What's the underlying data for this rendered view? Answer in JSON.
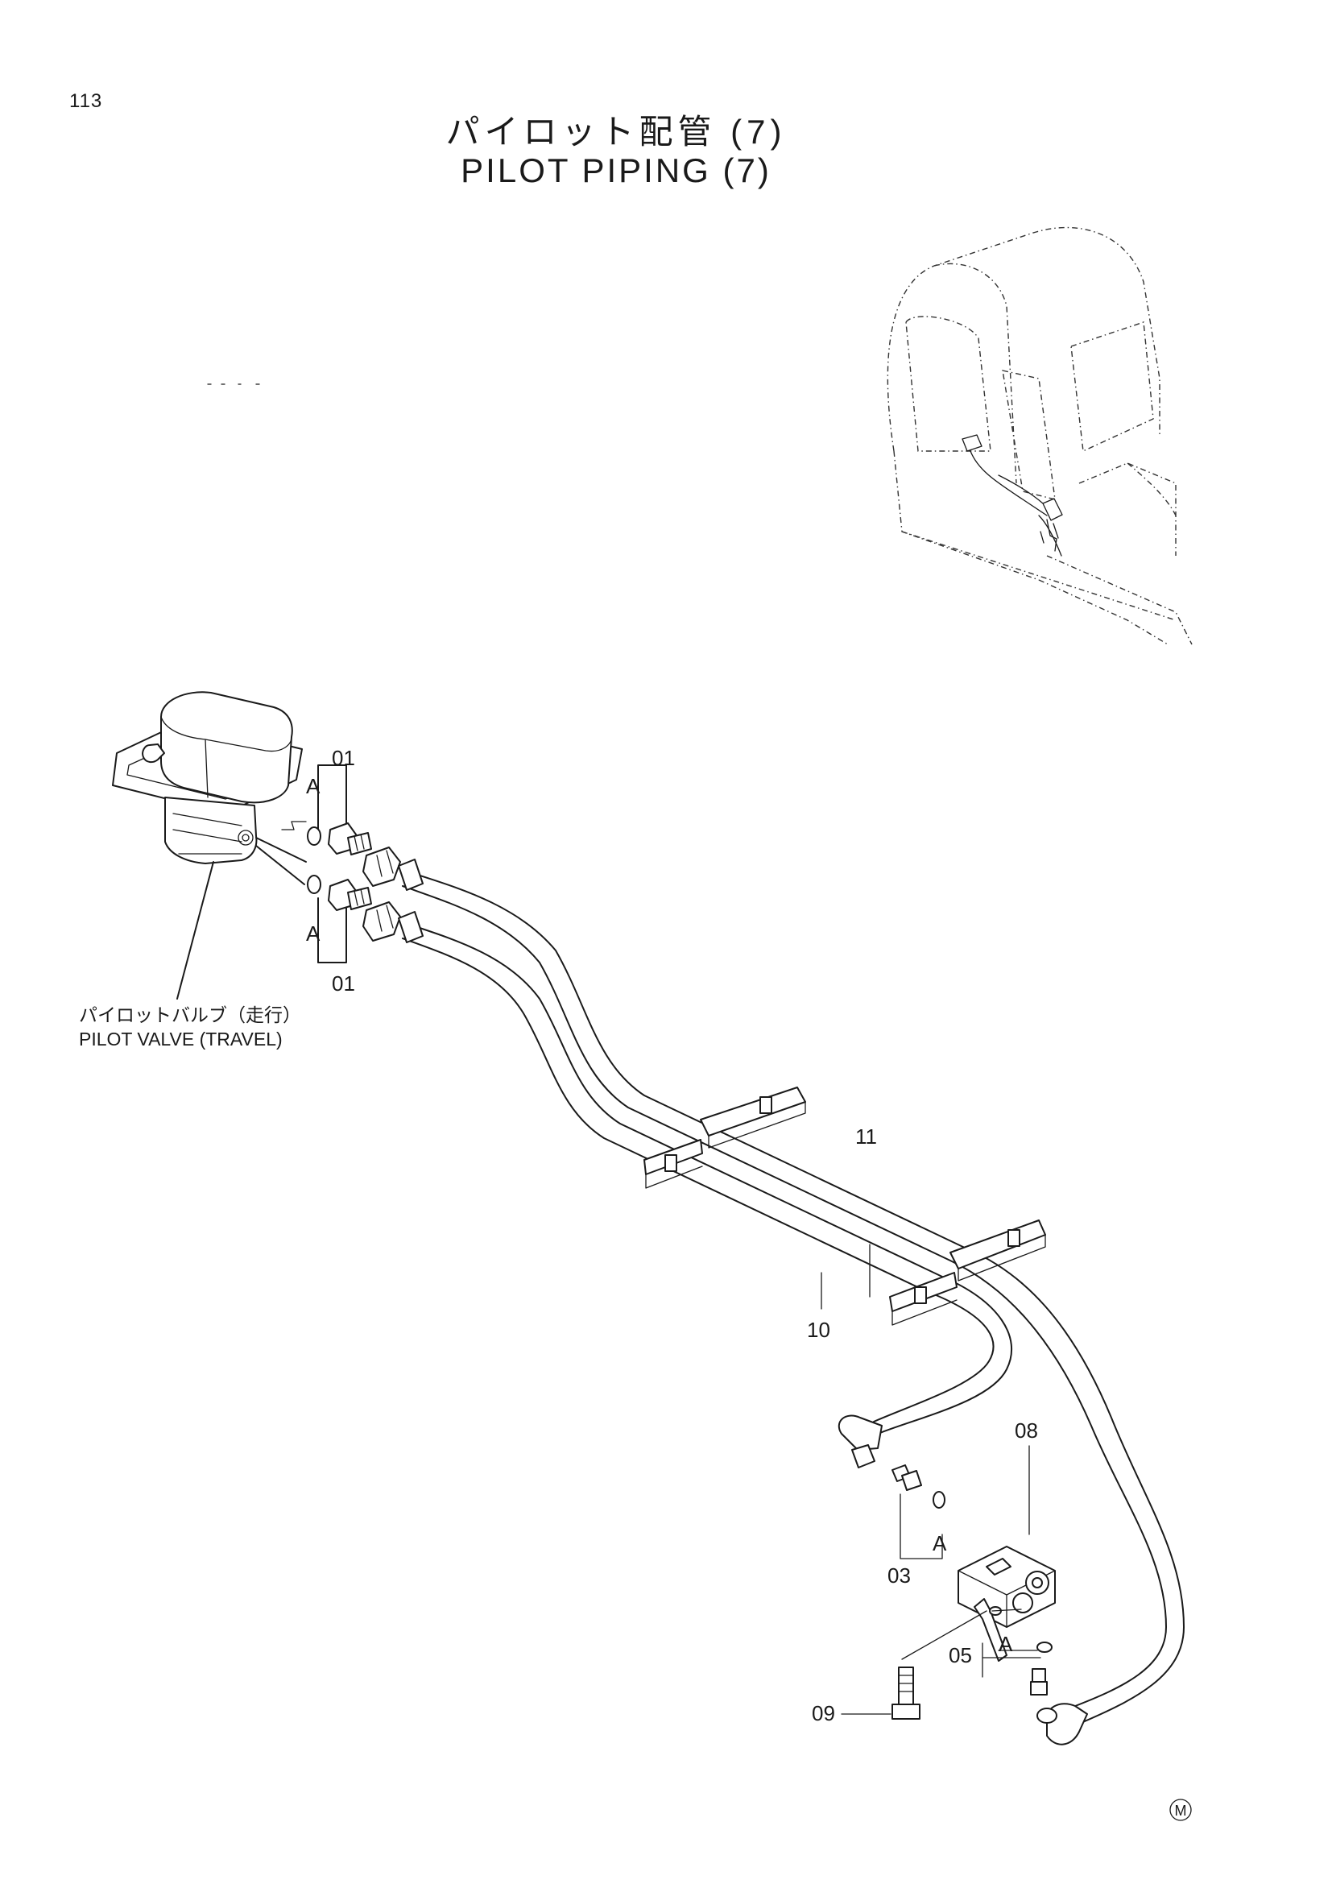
{
  "page_number": "113",
  "title": {
    "japanese": "パイロット配管 (7)",
    "english": "PILOT PIPING (7)"
  },
  "labels": {
    "pilot_valve_jp": "パイロットバルブ（走行）",
    "pilot_valve_en": "PILOT VALVE (TRAVEL)",
    "ref_a": "A"
  },
  "callouts": {
    "p01_top": "01",
    "p01_bottom": "01",
    "p03": "03",
    "p05": "05",
    "p08": "08",
    "p09": "09",
    "p10": "10",
    "p11": "11"
  },
  "mark": "M"
}
